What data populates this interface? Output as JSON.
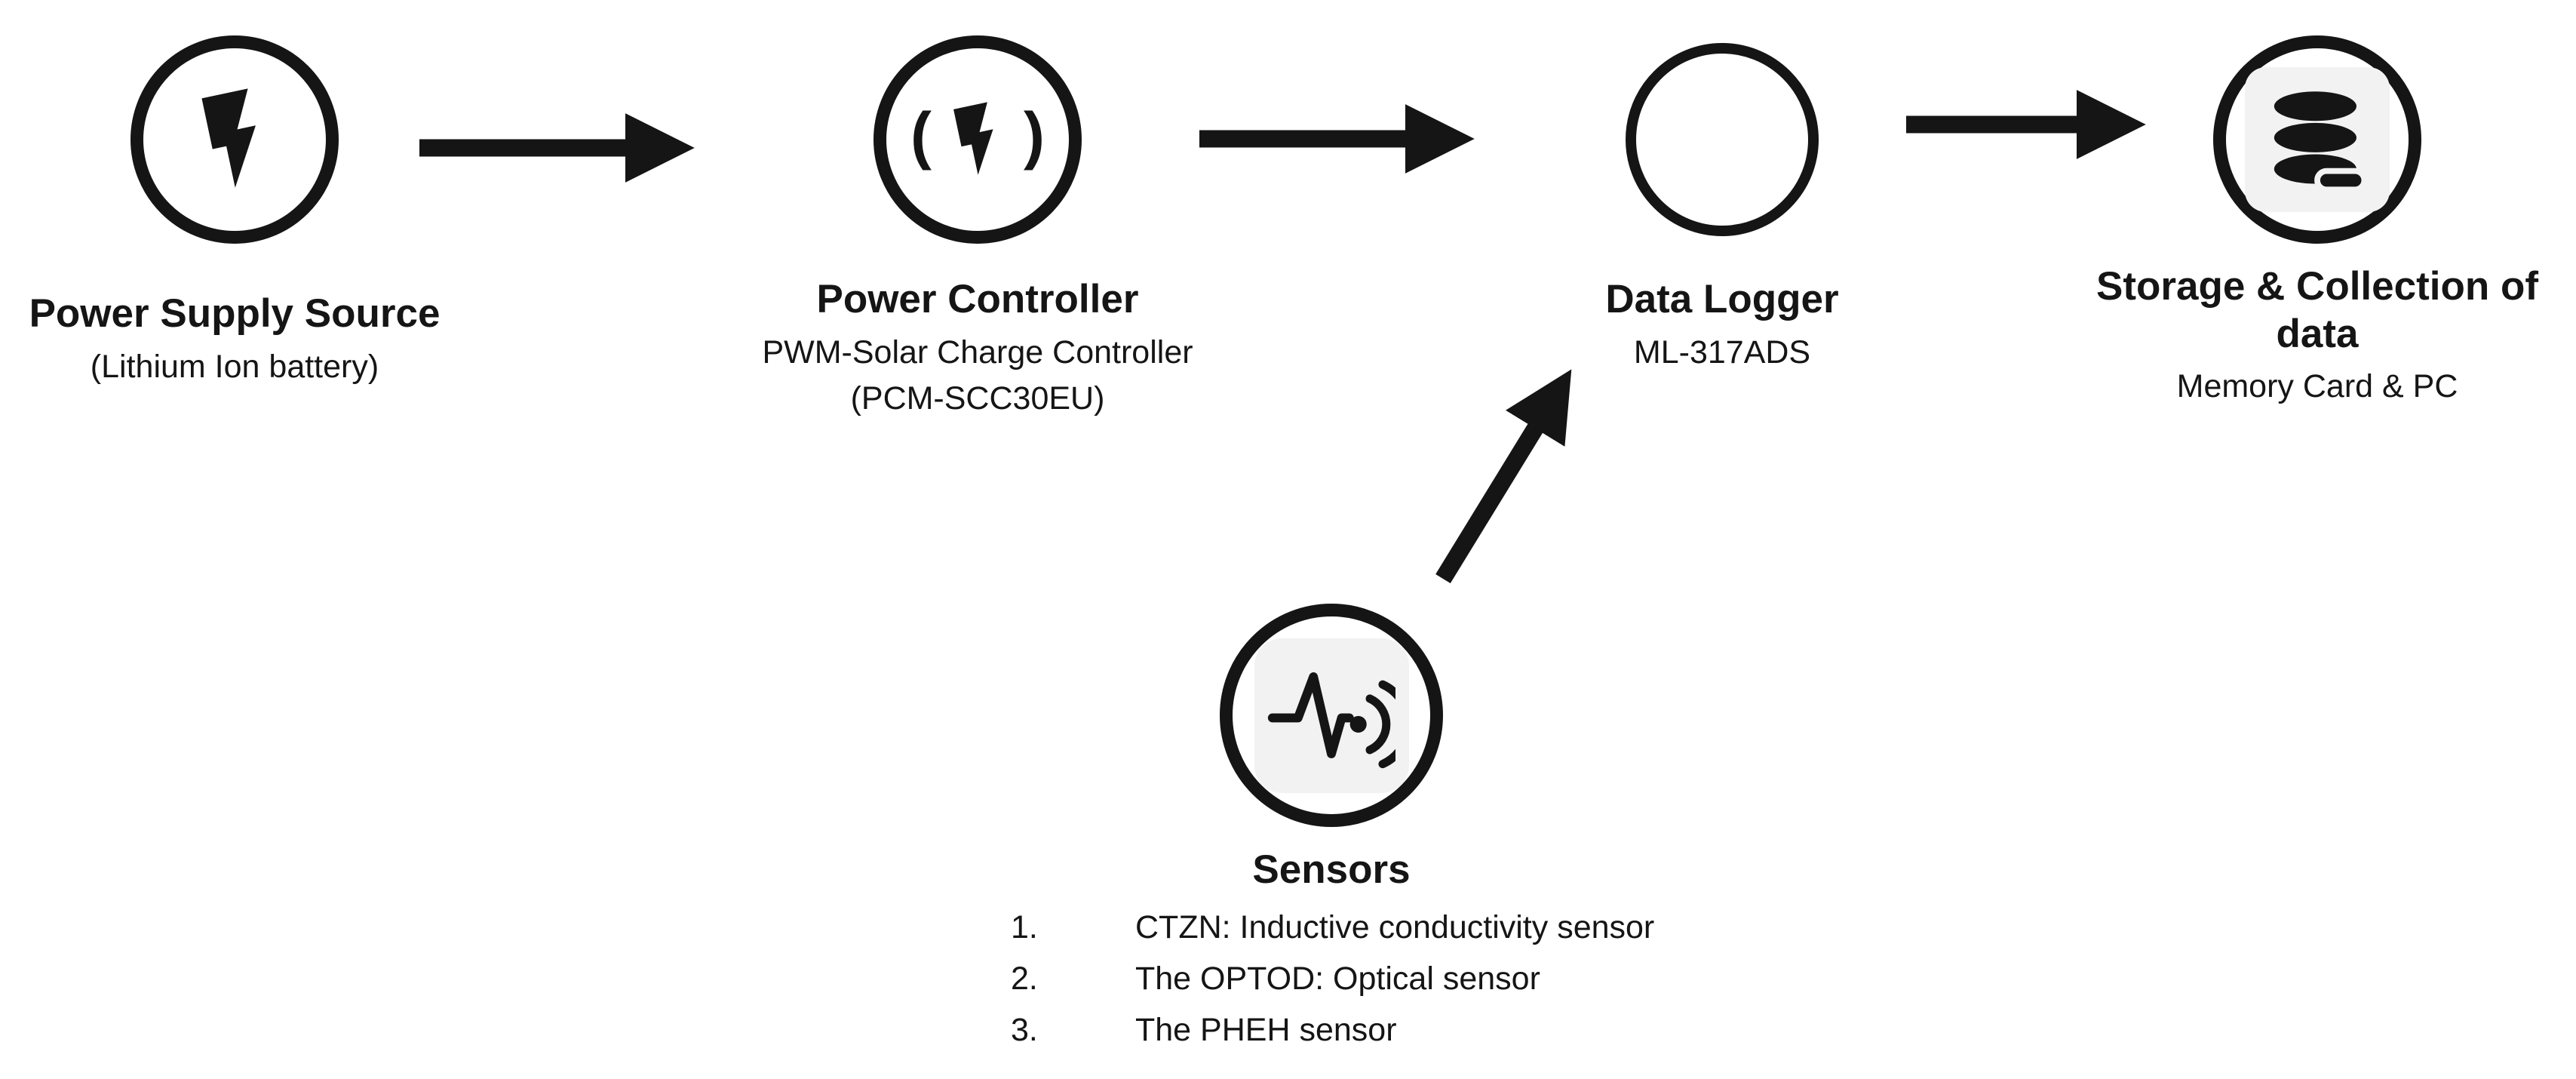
{
  "diagram": {
    "nodes": [
      {
        "id": "power-supply",
        "label": "Power Supply Source",
        "sublabel": "(Lithium Ion battery)",
        "icon": "lightning-bolt-icon"
      },
      {
        "id": "power-controller",
        "label": "Power Controller",
        "sublabel_line1": "PWM-Solar Charge Controller",
        "sublabel_line2": "(PCM-SCC30EU)",
        "icon": "lightning-bolt-parentheses-icon",
        "paren_open": "(",
        "paren_close": ")"
      },
      {
        "id": "data-logger",
        "label": "Data Logger",
        "sublabel": "ML-317ADS",
        "icon": "empty-circle-icon"
      },
      {
        "id": "storage",
        "label": "Storage & Collection of data",
        "sublabel": "Memory Card & PC",
        "icon": "database-icon"
      },
      {
        "id": "sensors",
        "label": "Sensors",
        "icon": "waveform-signal-icon"
      }
    ],
    "sensor_list": [
      {
        "num": "1.",
        "text": "CTZN: Inductive conductivity sensor"
      },
      {
        "num": "2.",
        "text": "The OPTOD: Optical sensor"
      },
      {
        "num": "3.",
        "text": "The PHEH sensor"
      }
    ],
    "colors": {
      "ink": "#151515",
      "icon_background": "#f2f2f2",
      "page_background": "#ffffff"
    }
  }
}
